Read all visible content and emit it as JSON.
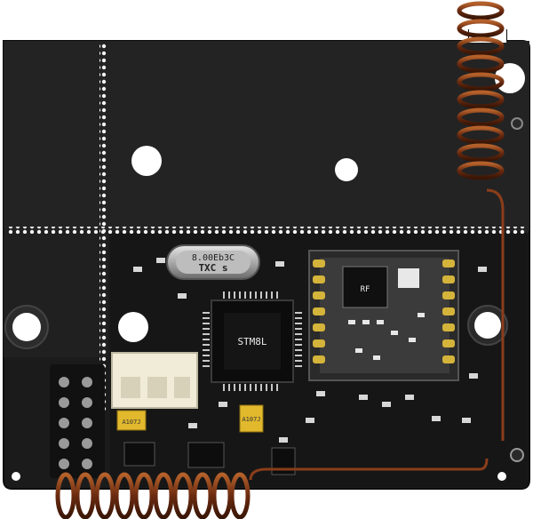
{
  "image": {
    "subject": "Wireless receiver circuit board",
    "colors": {
      "background": "#ffffff",
      "board": "#1a1a1a",
      "silkscreen_dots": "#ffffff",
      "copper_coil": "#8a3d1a",
      "crystal": "#b9b9b9",
      "header": "#f2efdf",
      "module_pads": "#d4b43a"
    }
  },
  "board": {
    "crystal_marking_line1": "8.00Eb3C",
    "crystal_marking_line2": "TXC s",
    "mcu_marking": "STM8L",
    "module_marking": "RF",
    "tant_cap_1_marking": "A107J",
    "tant_cap_2_marking": "A107J"
  }
}
